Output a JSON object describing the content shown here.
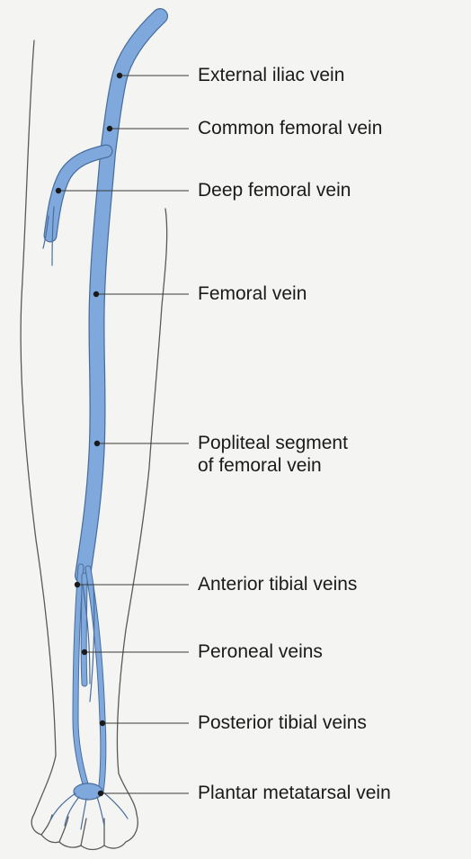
{
  "colors": {
    "vein_fill": "#7fa8dc",
    "vein_stroke": "#4a6e9c",
    "outline": "#5a5a5a",
    "background": "#f4f4f2",
    "text": "#1a1a1a"
  },
  "labels": {
    "external_iliac": "External iliac vein",
    "common_femoral": "Common femoral vein",
    "deep_femoral": "Deep femoral vein",
    "femoral": "Femoral vein",
    "popliteal_line1": "Popliteal segment",
    "popliteal_line2": "of femoral vein",
    "anterior_tibial": "Anterior tibial veins",
    "peroneal": "Peroneal veins",
    "posterior_tibial": "Posterior tibial veins",
    "plantar_metatarsal": "Plantar metatarsal vein"
  }
}
